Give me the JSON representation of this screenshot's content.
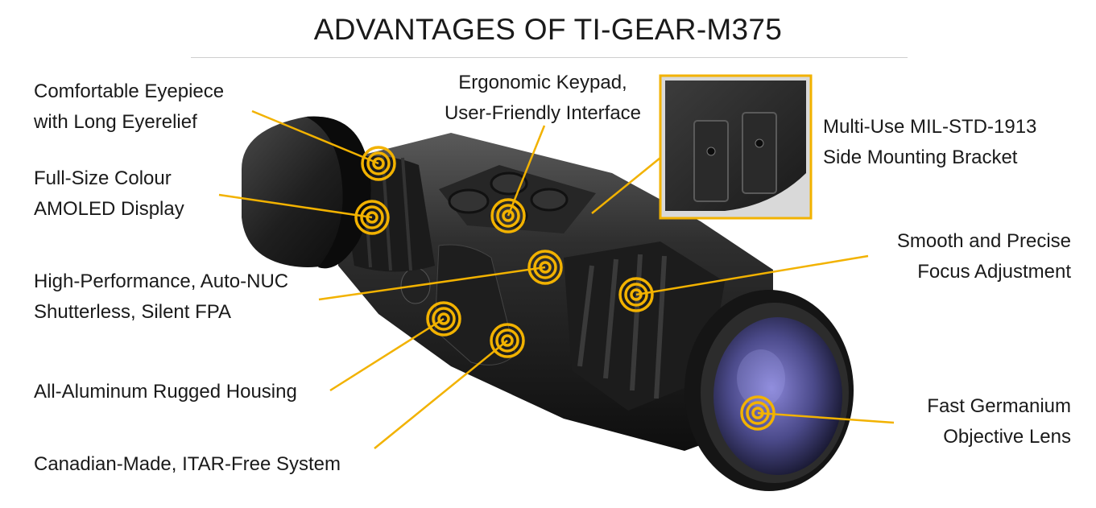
{
  "title": "ADVANTAGES OF TI-GEAR-M375",
  "accent_color": "#f2b200",
  "features": {
    "eyepiece": [
      "Comfortable Eyepiece",
      "with Long Eyerelief"
    ],
    "display": [
      "Full-Size Colour",
      "AMOLED Display"
    ],
    "fpa": [
      "High-Performance, Auto-NUC",
      "Shutterless, Silent FPA"
    ],
    "housing": [
      "All-Aluminum Rugged Housing"
    ],
    "canadian": [
      "Canadian-Made, ITAR-Free System"
    ],
    "keypad": [
      "Ergonomic Keypad,",
      "User-Friendly Interface"
    ],
    "bracket": [
      "Multi-Use MIL-STD-1913",
      "Side Mounting Bracket"
    ],
    "focus": [
      "Smooth and Precise",
      "Focus Adjustment"
    ],
    "lens": [
      "Fast Germanium",
      "Objective Lens"
    ]
  }
}
